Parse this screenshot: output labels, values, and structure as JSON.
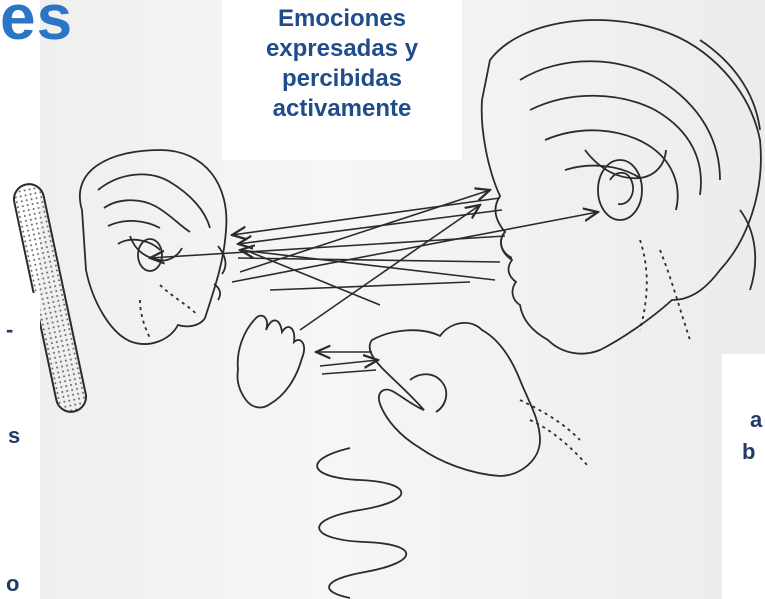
{
  "title_fragment": "es",
  "caption": {
    "lines": [
      "Emociones",
      "expresadas y",
      "percibidas",
      "activamente"
    ]
  },
  "left_text_fragments": [
    "-",
    "s",
    "o"
  ],
  "right_text_fragments": [
    "a",
    "b"
  ],
  "colors": {
    "title_blue": "#2a75c6",
    "caption_navy": "#1f4d8c",
    "fragment_navy": "#1f3b66",
    "line_art": "#2b2b2b"
  }
}
